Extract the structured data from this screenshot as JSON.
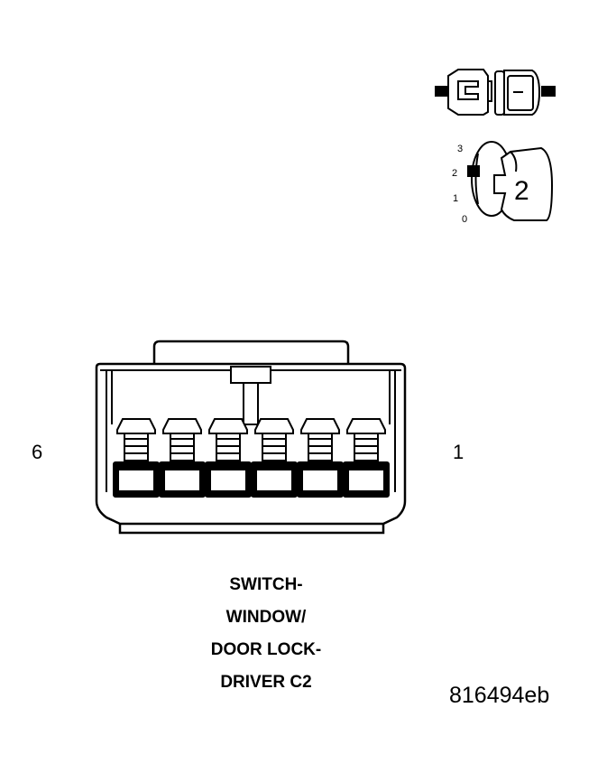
{
  "pins": {
    "left": "6",
    "right": "1"
  },
  "title_lines": [
    "SWITCH-",
    "WINDOW/",
    "DOOR LOCK-",
    "DRIVER C2"
  ],
  "reference": "816494eb",
  "key_icon": {
    "positions": [
      "3",
      "2",
      "1",
      "0"
    ],
    "number": "2"
  },
  "colors": {
    "line": "#000000",
    "background": "#ffffff"
  }
}
